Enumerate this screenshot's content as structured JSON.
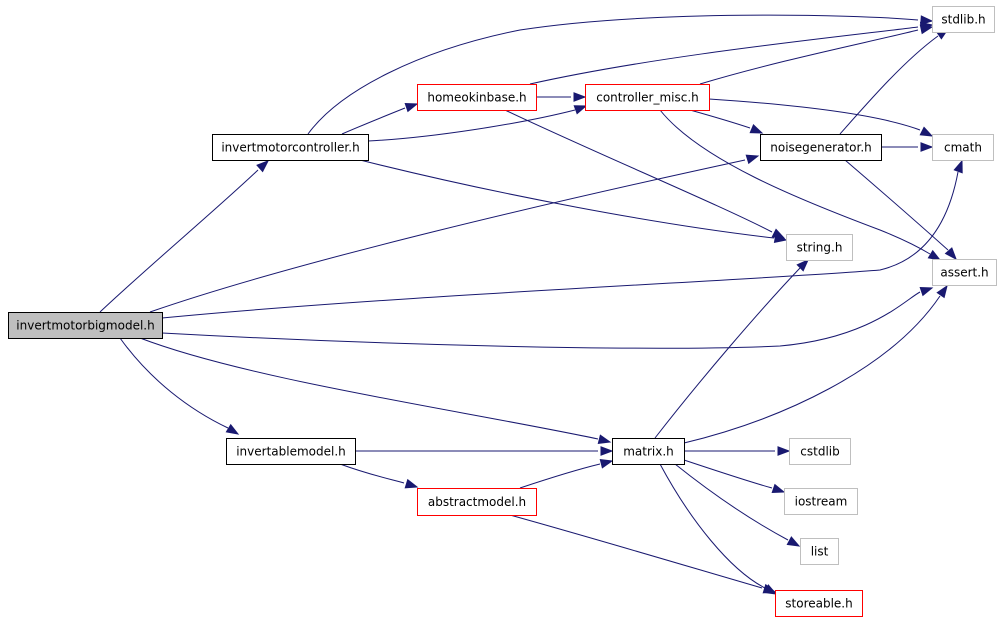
{
  "colors": {
    "edge": "#191970",
    "root_fill": "#bfbfbf",
    "border_black": "#000000",
    "border_red": "#ff0000",
    "border_gray": "#bfbfbf",
    "text": "#000000"
  },
  "nodes": [
    {
      "id": "invertmotorbigmodel",
      "label": "invertmotorbigmodel.h",
      "style": "root"
    },
    {
      "id": "invertmotorcontroller",
      "label": "invertmotorcontroller.h",
      "style": "black"
    },
    {
      "id": "homeokinbase",
      "label": "homeokinbase.h",
      "style": "red"
    },
    {
      "id": "controller_misc",
      "label": "controller_misc.h",
      "style": "red"
    },
    {
      "id": "stdlib",
      "label": "stdlib.h",
      "style": "gray"
    },
    {
      "id": "noisegenerator",
      "label": "noisegenerator.h",
      "style": "black"
    },
    {
      "id": "cmath",
      "label": "cmath",
      "style": "gray"
    },
    {
      "id": "string",
      "label": "string.h",
      "style": "gray"
    },
    {
      "id": "assert",
      "label": "assert.h",
      "style": "gray"
    },
    {
      "id": "invertablemodel",
      "label": "invertablemodel.h",
      "style": "black"
    },
    {
      "id": "matrix",
      "label": "matrix.h",
      "style": "black"
    },
    {
      "id": "cstdlib",
      "label": "cstdlib",
      "style": "gray"
    },
    {
      "id": "abstractmodel",
      "label": "abstractmodel.h",
      "style": "red"
    },
    {
      "id": "iostream",
      "label": "iostream",
      "style": "gray"
    },
    {
      "id": "list",
      "label": "list",
      "style": "gray"
    },
    {
      "id": "storeable",
      "label": "storeable.h",
      "style": "red"
    }
  ],
  "edges": [
    {
      "from": "invertmotorbigmodel",
      "to": "invertmotorcontroller"
    },
    {
      "from": "invertmotorbigmodel",
      "to": "noisegenerator"
    },
    {
      "from": "invertmotorbigmodel",
      "to": "cmath"
    },
    {
      "from": "invertmotorbigmodel",
      "to": "assert"
    },
    {
      "from": "invertmotorbigmodel",
      "to": "invertablemodel"
    },
    {
      "from": "invertmotorbigmodel",
      "to": "matrix"
    },
    {
      "from": "invertmotorcontroller",
      "to": "homeokinbase"
    },
    {
      "from": "invertmotorcontroller",
      "to": "stdlib"
    },
    {
      "from": "invertmotorcontroller",
      "to": "controller_misc"
    },
    {
      "from": "invertmotorcontroller",
      "to": "string"
    },
    {
      "from": "homeokinbase",
      "to": "stdlib"
    },
    {
      "from": "homeokinbase",
      "to": "controller_misc"
    },
    {
      "from": "homeokinbase",
      "to": "string"
    },
    {
      "from": "controller_misc",
      "to": "stdlib"
    },
    {
      "from": "controller_misc",
      "to": "noisegenerator"
    },
    {
      "from": "controller_misc",
      "to": "cmath"
    },
    {
      "from": "controller_misc",
      "to": "assert"
    },
    {
      "from": "noisegenerator",
      "to": "stdlib"
    },
    {
      "from": "noisegenerator",
      "to": "cmath"
    },
    {
      "from": "noisegenerator",
      "to": "assert"
    },
    {
      "from": "invertablemodel",
      "to": "matrix"
    },
    {
      "from": "invertablemodel",
      "to": "abstractmodel"
    },
    {
      "from": "abstractmodel",
      "to": "matrix"
    },
    {
      "from": "abstractmodel",
      "to": "storeable"
    },
    {
      "from": "matrix",
      "to": "string"
    },
    {
      "from": "matrix",
      "to": "assert"
    },
    {
      "from": "matrix",
      "to": "cstdlib"
    },
    {
      "from": "matrix",
      "to": "iostream"
    },
    {
      "from": "matrix",
      "to": "list"
    },
    {
      "from": "matrix",
      "to": "storeable"
    }
  ]
}
